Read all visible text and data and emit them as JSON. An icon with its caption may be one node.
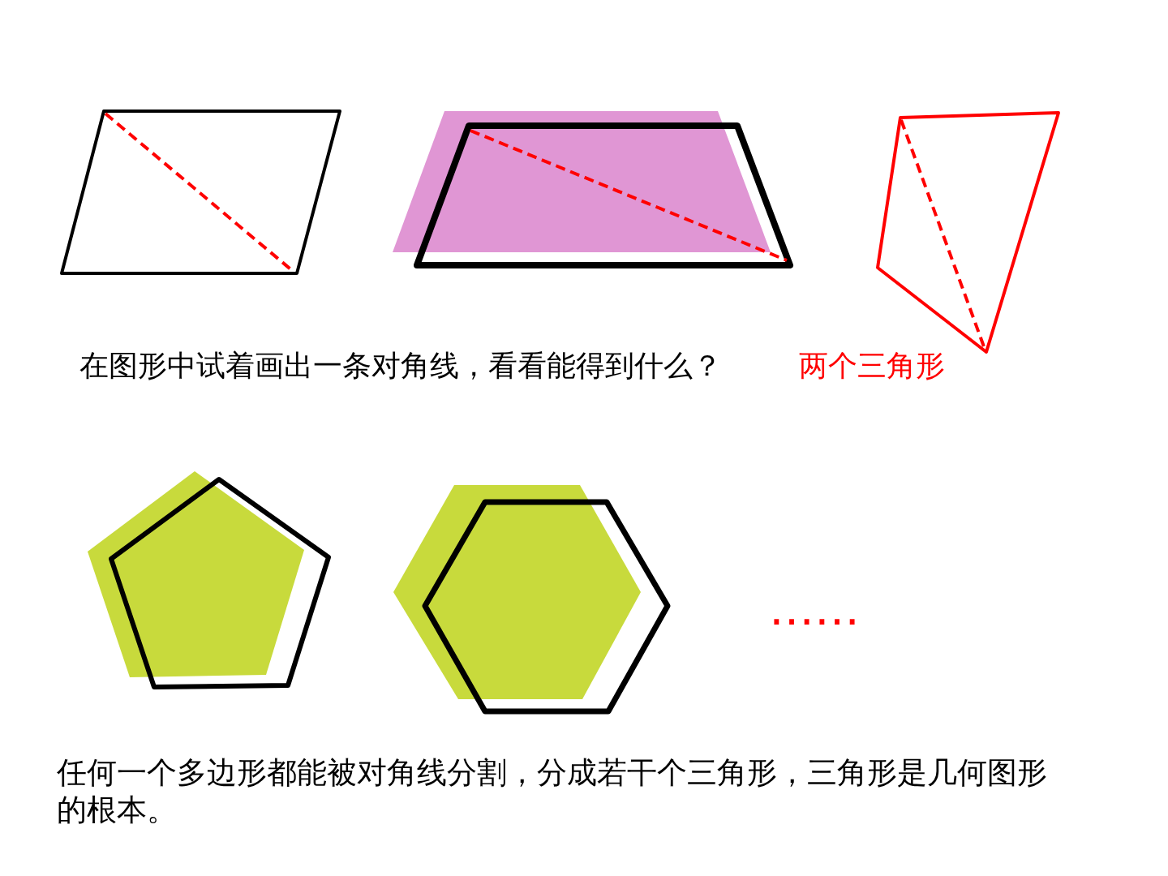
{
  "diagram": {
    "labels": [
      "在图形中试着画出一条对角线，看看能得到什么？",
      "两个三角形",
      "……",
      "任何一个多边形都能被对角线分割，分成若干个三角形，三角形是几何图形的根本。"
    ]
  }
}
